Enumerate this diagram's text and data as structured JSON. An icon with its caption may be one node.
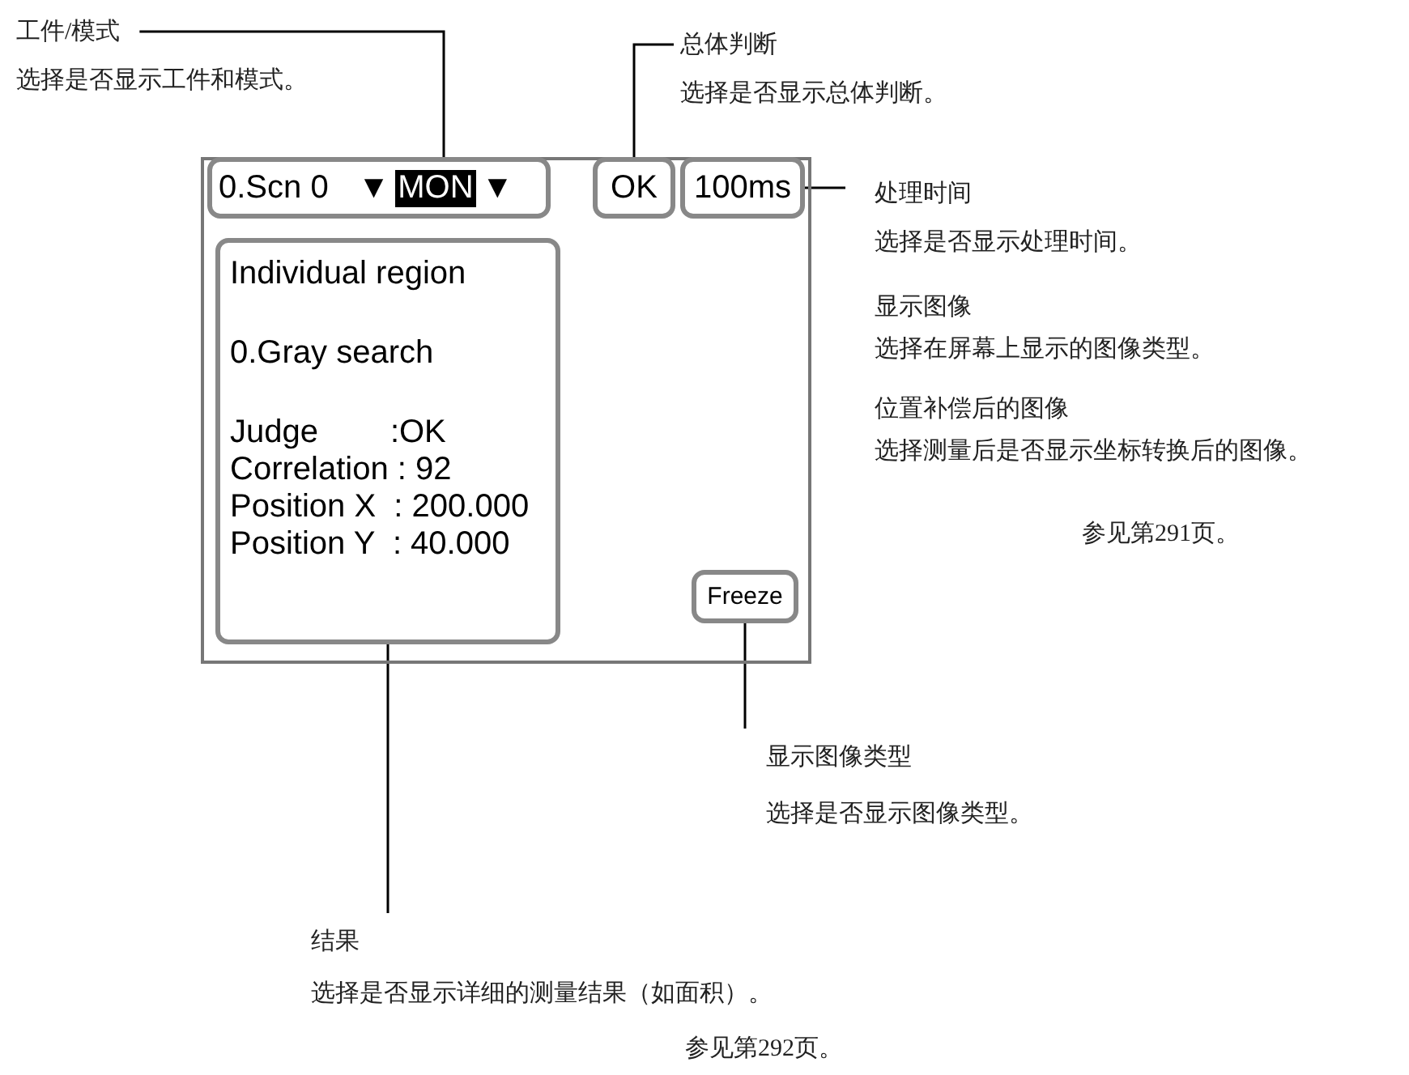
{
  "diagram": {
    "nodes": [
      {
        "text": [],
        "shape": "box"
      },
      {
        "text": [
          "0.Scn 0",
          "▼",
          "MON",
          "▼"
        ],
        "in": 0
      },
      {
        "text": [
          "OK"
        ],
        "in": 0
      },
      {
        "text": [
          "100ms"
        ],
        "in": 0
      },
      {
        "text": [
          "Individual region",
          "0.Gray search",
          "Judge        :OK",
          "Correlation : 92",
          "Position X  : 200.000",
          "Position Y  : 40.000"
        ],
        "in": 0
      },
      {
        "text": [
          "Freeze"
        ],
        "in": 0
      },
      {
        "text": [
          "工件/模式",
          "选择是否显示工件和模式。"
        ]
      },
      {
        "text": [
          "总体判断",
          "选择是否显示总体判断。"
        ]
      },
      {
        "text": [
          "处理时间",
          "选择是否显示处理时间。"
        ]
      },
      {
        "text": [
          "显示图像类型",
          "选择是否显示图像类型。"
        ]
      },
      {
        "text": [
          "结果",
          "选择是否显示详细的测量结果（如面积）。"
        ]
      }
    ],
    "edges": [
      {
        "from": 6,
        "to": 1,
        "arrow": "none"
      },
      {
        "from": 7,
        "to": 2,
        "arrow": "none"
      },
      {
        "from": 8,
        "to": 3,
        "arrow": "none"
      },
      {
        "from": 9,
        "to": 5,
        "arrow": "none"
      },
      {
        "from": 10,
        "to": 4,
        "arrow": "none"
      }
    ],
    "labels": [
      "显示图像",
      "选择在屏幕上显示的图像类型。",
      "位置补偿后的图像",
      "选择测量后是否显示坐标转换后的图像。",
      "参见第291页。",
      "参见第292页。"
    ]
  }
}
